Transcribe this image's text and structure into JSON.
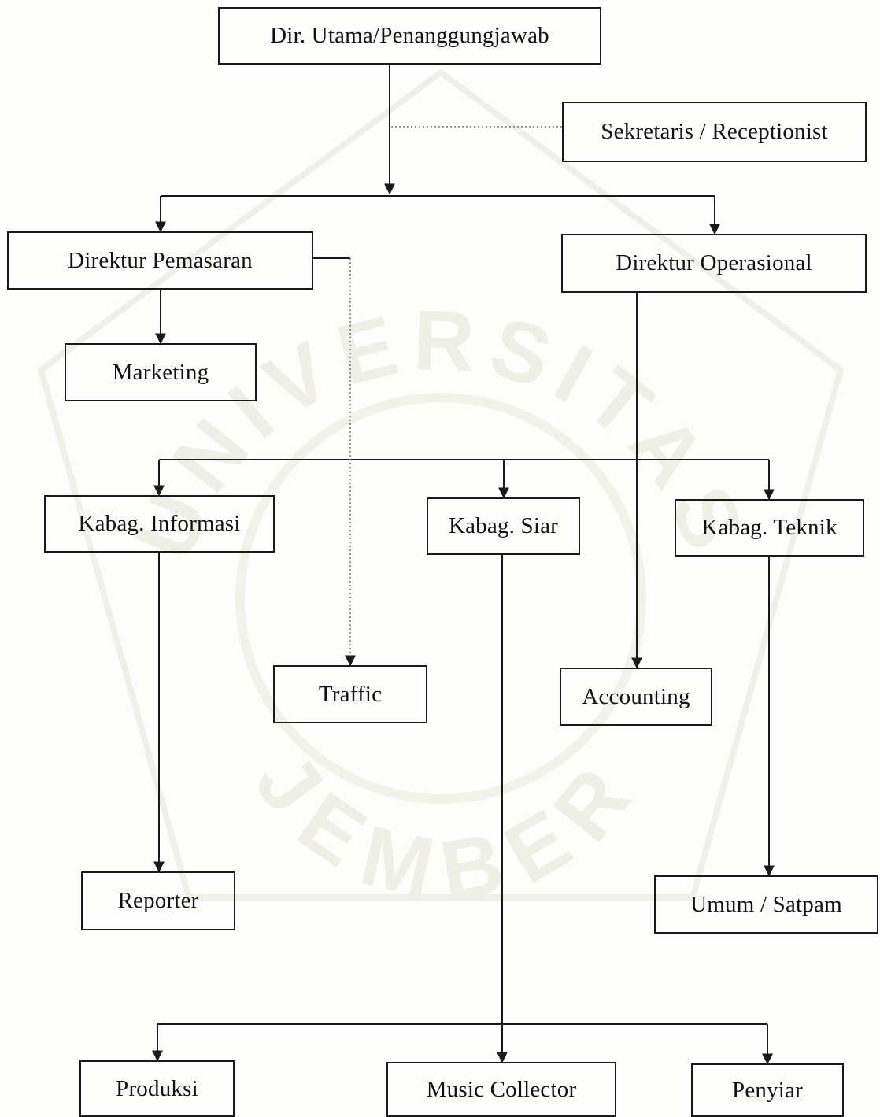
{
  "org_chart": {
    "nodes": {
      "director": "Dir. Utama/Penanggungjawab",
      "secretary": "Sekretaris / Receptionist",
      "marketing_director": "Direktur Pemasaran",
      "operations_director": "Direktur Operasional",
      "marketing": "Marketing",
      "info_head": "Kabag. Informasi",
      "broadcast_head": "Kabag. Siar",
      "engineering_head": "Kabag. Teknik",
      "traffic": "Traffic",
      "accounting": "Accounting",
      "reporter": "Reporter",
      "security": "Umum / Satpam",
      "production": "Produksi",
      "music_collector": "Music Collector",
      "announcer": "Penyiar"
    },
    "links": [
      {
        "from": "director",
        "to": "marketing_director",
        "style": "solid"
      },
      {
        "from": "director",
        "to": "operations_director",
        "style": "solid"
      },
      {
        "from": "director",
        "to": "secretary",
        "style": "dotted"
      },
      {
        "from": "marketing_director",
        "to": "marketing",
        "style": "solid"
      },
      {
        "from": "marketing_director",
        "to": "traffic",
        "style": "dotted"
      },
      {
        "from": "operations_director",
        "to": "accounting",
        "style": "solid"
      },
      {
        "from": "operations_director",
        "to": "info_head",
        "style": "solid"
      },
      {
        "from": "operations_director",
        "to": "broadcast_head",
        "style": "solid"
      },
      {
        "from": "operations_director",
        "to": "engineering_head",
        "style": "solid"
      },
      {
        "from": "info_head",
        "to": "reporter",
        "style": "solid"
      },
      {
        "from": "engineering_head",
        "to": "security",
        "style": "solid"
      },
      {
        "from": "broadcast_head",
        "to": "production",
        "style": "solid"
      },
      {
        "from": "broadcast_head",
        "to": "music_collector",
        "style": "solid"
      },
      {
        "from": "broadcast_head",
        "to": "announcer",
        "style": "solid"
      }
    ]
  },
  "watermark": {
    "text_top": "UNIVERSITAS",
    "text_bottom": "JEMBER"
  },
  "colors": {
    "line": "#1a1a1a",
    "dotted_line": "#6e6e6e",
    "watermark": "#efeee6"
  }
}
